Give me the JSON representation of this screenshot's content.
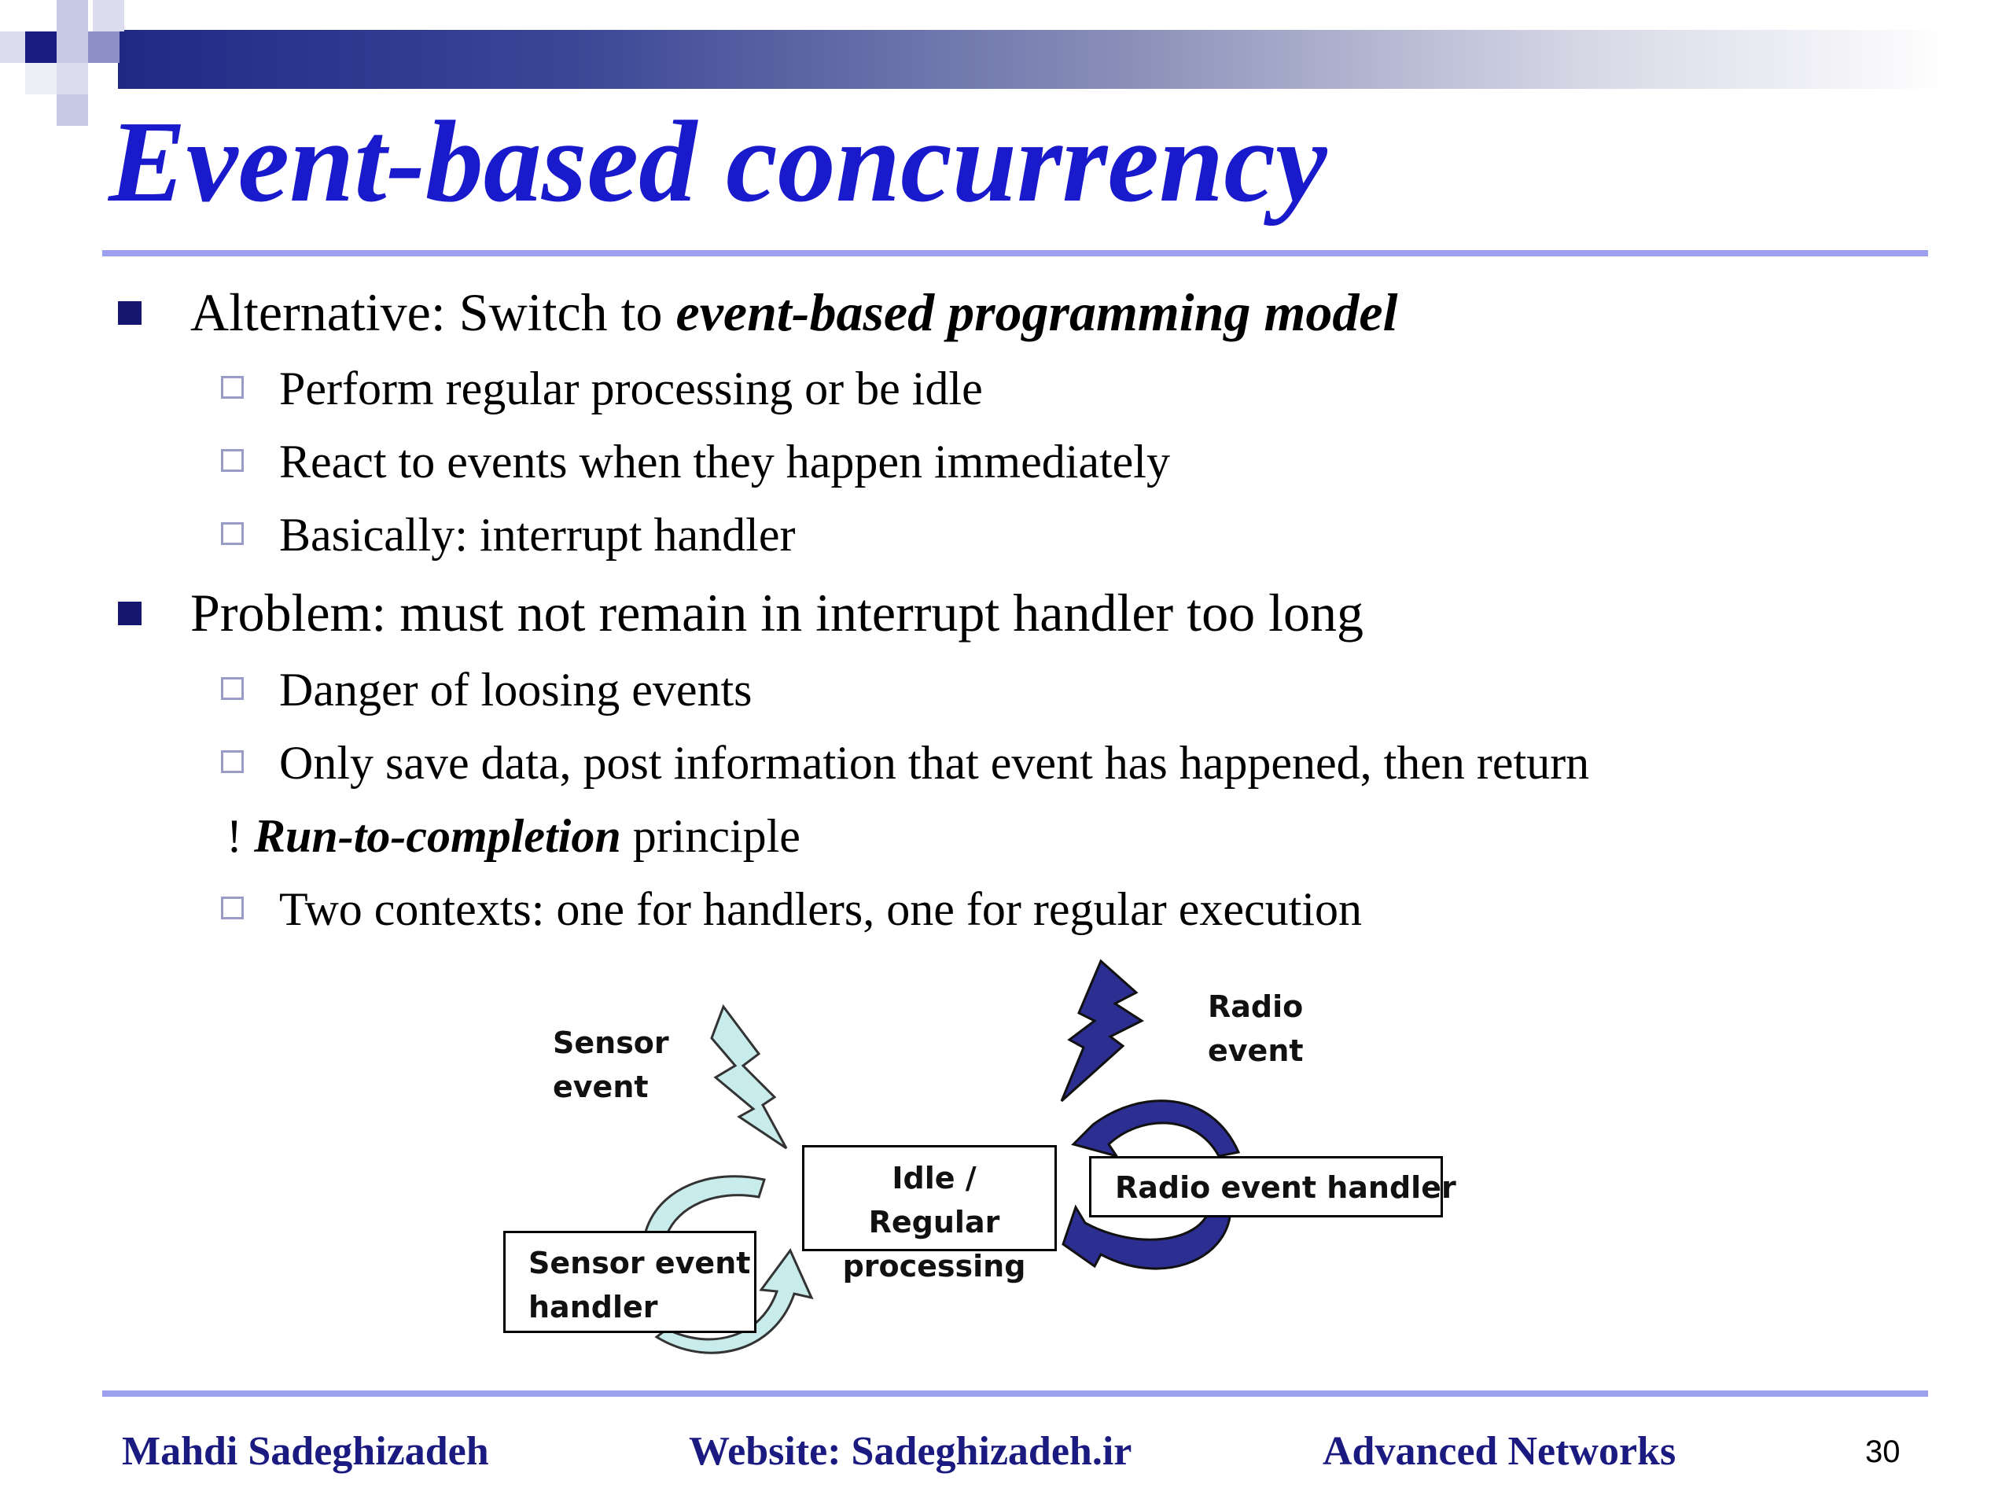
{
  "slide": {
    "title": "Event-based concurrency",
    "bullets": [
      {
        "prefix": "Alternative: Switch to ",
        "emphasis": "event-based programming model",
        "sub": [
          "Perform regular processing or be idle",
          "React to events when they happen immediately",
          "Basically: interrupt handler"
        ]
      },
      {
        "text": "Problem: must not remain in interrupt handler too long",
        "sub": [
          "Danger of loosing events",
          "Only save data, post information that event has happened, then return"
        ],
        "note": {
          "mark": "! ",
          "emphasis": "Run-to-completion",
          "suffix": " principle"
        },
        "sub_after": [
          "Two contexts: one for handlers, one for regular execution"
        ]
      }
    ]
  },
  "diagram": {
    "sensor_event_label": "Sensor\nevent",
    "radio_event_label": "Radio\nevent",
    "idle_box_label": "Idle / Regular\nprocessing",
    "sensor_handler_label": "Sensor event\nhandler",
    "radio_handler_label": "Radio event handler"
  },
  "footer": {
    "author": "Mahdi Sadeghizadeh",
    "website": "Website: Sadeghizadeh.ir",
    "course": "Advanced Networks",
    "page_number": "30"
  },
  "colors": {
    "title": "#1a1acd",
    "rule": "#9da0ec",
    "footer_text": "#1a1a80",
    "sensor_arrow": "#c8ecec",
    "radio_arrow": "#2c2e92"
  }
}
